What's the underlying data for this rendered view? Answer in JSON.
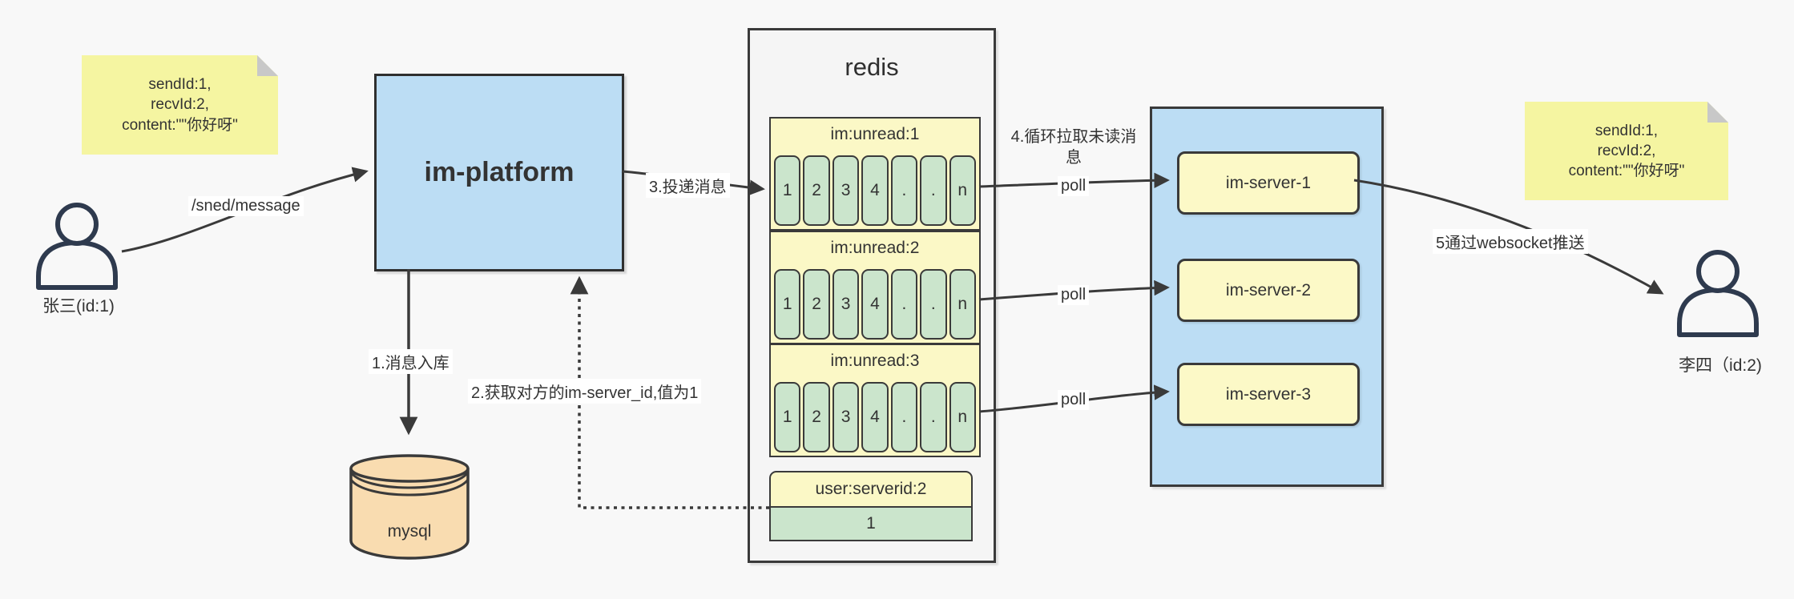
{
  "colors": {
    "background": "#f8f8f8",
    "note_yellow": "#f5f5a1",
    "note_fold_gray": "#c8c8c8",
    "blue_fill": "#bcddf4",
    "pale_yellow_fill": "#fbf8c6",
    "green_fill": "#cbe5cc",
    "redis_gray_fill": "#f5f5f5",
    "mysql_orange_fill": "#f9dcb0",
    "line_dark": "#3a3a3a",
    "text": "#333333",
    "person_stroke": "#2e3a4e"
  },
  "notes": {
    "left": {
      "lines": [
        "sendId:1,",
        "recvId:2,",
        "content:\"\"你好呀\""
      ]
    },
    "right": {
      "lines": [
        "sendId:1,",
        "recvId:2,",
        "content:\"\"你好呀\""
      ]
    }
  },
  "actors": {
    "sender": {
      "label": "张三(id:1)"
    },
    "receiver": {
      "label": "李四（id:2)"
    }
  },
  "platform": {
    "label": "im-platform"
  },
  "mysql": {
    "label": "mysql"
  },
  "redis": {
    "title": "redis",
    "queues": [
      {
        "header": "im:unread:1",
        "cells": [
          "1",
          "2",
          "3",
          "4",
          ".",
          ".",
          "n"
        ]
      },
      {
        "header": "im:unread:2",
        "cells": [
          "1",
          "2",
          "3",
          "4",
          ".",
          ".",
          "n"
        ]
      },
      {
        "header": "im:unread:3",
        "cells": [
          "1",
          "2",
          "3",
          "4",
          ".",
          ".",
          "n"
        ]
      }
    ],
    "kv": {
      "header": "user:serverid:2",
      "value": "1"
    }
  },
  "servers": {
    "items": [
      {
        "label": "im-server-1"
      },
      {
        "label": "im-server-2"
      },
      {
        "label": "im-server-3"
      }
    ]
  },
  "labels": {
    "send_path": "/sned/message",
    "step1": "1.消息入库",
    "step2": "2.获取对方的im-server_id,值为1",
    "step3": "3.投递消息",
    "step4": "4.循环拉取未读消息",
    "step5": "5通过websocket推送",
    "poll": "poll"
  }
}
